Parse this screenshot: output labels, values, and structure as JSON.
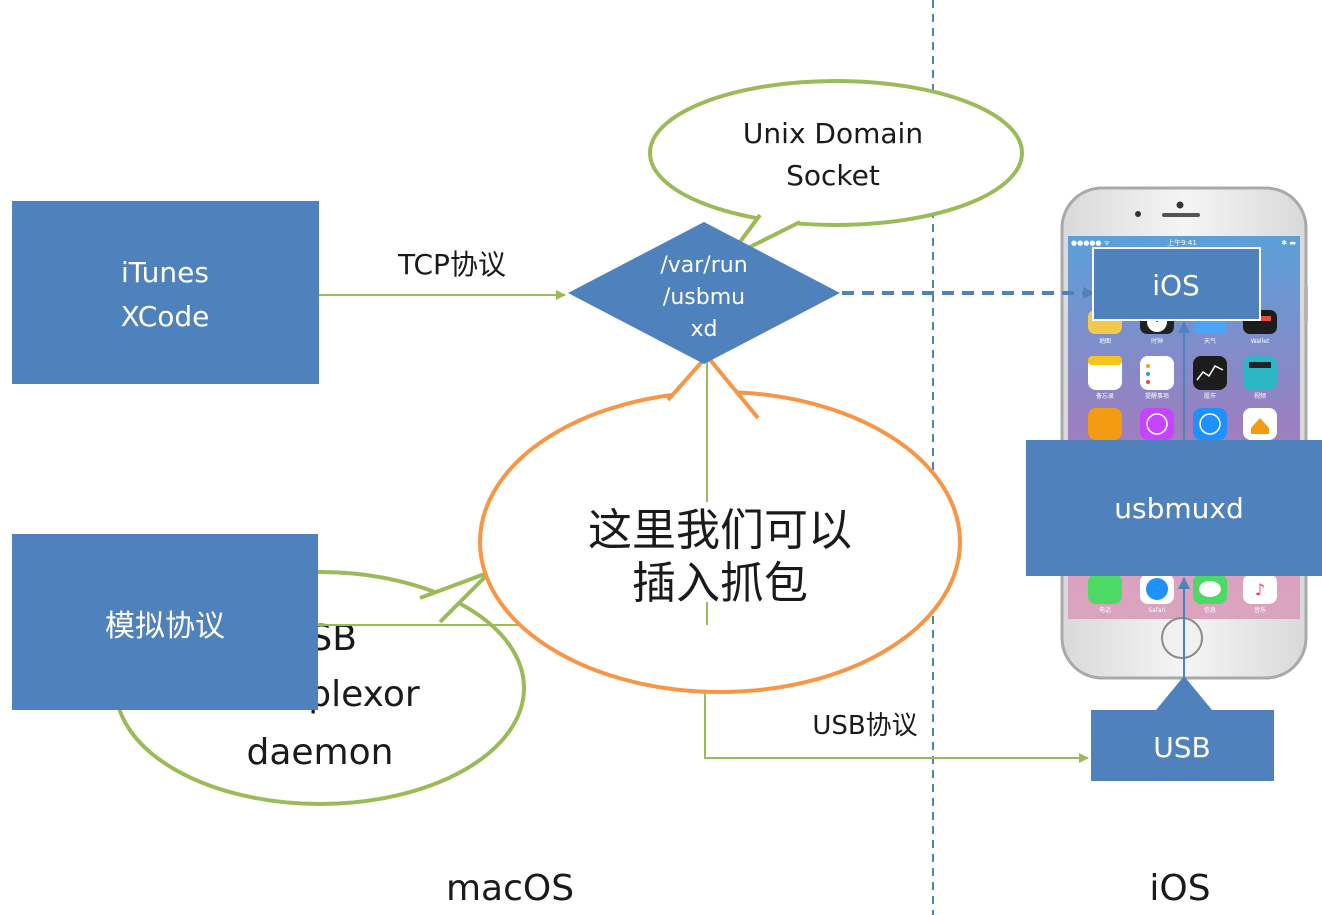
{
  "colors": {
    "box_fill": "#4f81bd",
    "box_text": "#ffffff",
    "green_line": "#9bbb59",
    "orange_line": "#f79646",
    "blue_line": "#4f81bd",
    "phone_body": "#e8e8e8",
    "phone_frame": "#b8b8b8",
    "text_dark": "#1a1a1a"
  },
  "left_box": {
    "line1": "iTunes",
    "line2": "XCode"
  },
  "tcp_label": "TCP协议",
  "socket_bubble": {
    "line1": "Unix Domain",
    "line2": "Socket"
  },
  "diamond": {
    "line1": "/var/run",
    "line2": "/usbmu",
    "line3": "xd"
  },
  "sim_box": {
    "label": "模拟协议"
  },
  "daemon_bubble": {
    "line1": "USB",
    "line2": "Multiplexor",
    "line3": "daemon"
  },
  "capture_bubble": {
    "line1": "这里我们可以",
    "line2": "插入抓包"
  },
  "usb_protocol_label": "USB协议",
  "ios_top_box": "iOS",
  "usbmuxd_box": "usbmuxd",
  "usb_box": "USB",
  "phone": {
    "time": "上午9:41",
    "apps": {
      "maps": "地图",
      "clock": "时钟",
      "weather": "天气",
      "wallet": "Wallet",
      "notes": "备忘录",
      "reminders": "提醒事项",
      "stocks": "股市",
      "videos": "视频",
      "phone": "电话",
      "safari": "Safari",
      "messages": "信息",
      "music": "音乐"
    }
  },
  "region_labels": {
    "macos": "macOS",
    "ios": "iOS"
  }
}
